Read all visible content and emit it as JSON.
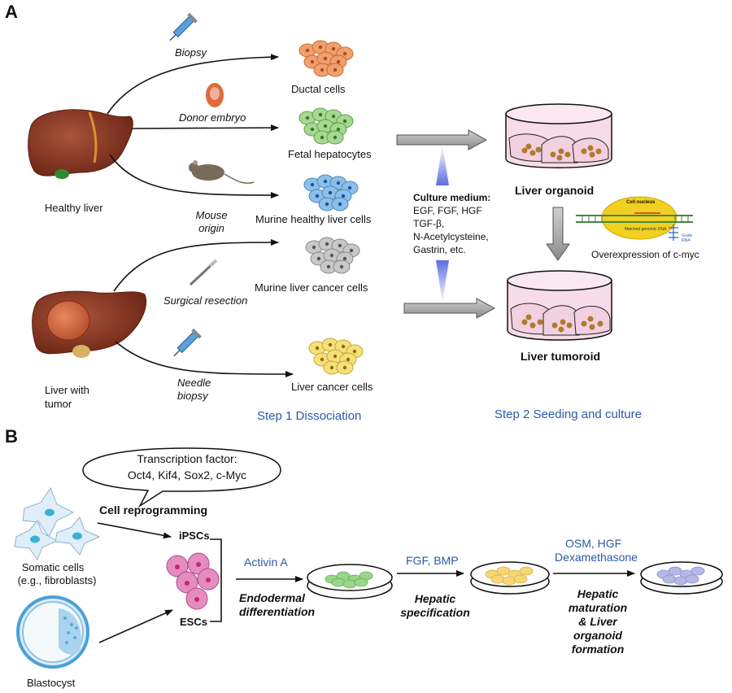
{
  "panel_a": {
    "letter": "A",
    "healthy_liver": "Healthy liver",
    "liver_with_tumor": [
      "Liver with",
      "tumor"
    ],
    "sources": {
      "biopsy": "Biopsy",
      "donor_embryo": "Donor embryo",
      "mouse_origin": [
        "Mouse",
        "origin"
      ],
      "surgical_resection": "Surgical resection",
      "needle_biopsy": [
        "Needle",
        "biopsy"
      ]
    },
    "cells": {
      "ductal": "Ductal cells",
      "fetal": "Fetal hepatocytes",
      "murine_healthy": "Murine healthy liver cells",
      "murine_cancer": "Murine liver cancer cells",
      "liver_cancer": "Liver cancer cells"
    },
    "culture_medium": {
      "title": "Culture medium:",
      "lines": [
        "EGF, FGF, HGF",
        "TGF-β,",
        "N-Acetylcysteine,",
        "Gastrin, etc."
      ]
    },
    "liver_organoid": "Liver organoid",
    "liver_tumoroid": "Liver tumoroid",
    "overexpression": "Overexpression of c-myc",
    "crispr": {
      "cell_nucleus": "Cell nucleus",
      "matched_dna": "Matched genomic DNA",
      "guide_rna": [
        "Guide",
        "RNA"
      ]
    },
    "step1": "Step 1 Dissociation",
    "step2": "Step 2 Seeding and culture"
  },
  "panel_b": {
    "letter": "B",
    "tf_title": "Transcription factor:",
    "tf_list": "Oct4, Kif4, Sox2, c-Myc",
    "reprogramming": "Cell reprogramming",
    "somatic": [
      "Somatic cells",
      "(e.g., fibroblasts)"
    ],
    "blastocyst": "Blastocyst",
    "ipscs": "iPSCs",
    "escs": "ESCs",
    "activin": "Activin A",
    "endodermal": [
      "Endodermal",
      "differentiation"
    ],
    "fgf_bmp": "FGF, BMP",
    "hepatic_spec": [
      "Hepatic",
      "specification"
    ],
    "osm_hgf": [
      "OSM, HGF",
      "Dexamethasone"
    ],
    "hepatic_mat": [
      "Hepatic",
      "maturation",
      "& Liver",
      "organoid",
      "formation"
    ]
  },
  "colors": {
    "step_blue": "#2a5aa8",
    "ductal": "#f0a070",
    "fetal": "#a8d890",
    "murine_healthy": "#8cc0e8",
    "murine_cancer": "#c8c8c8",
    "liver_cancer": "#f5e07a",
    "liver": "#8a3a22",
    "dish_pink": "#f3d6e6",
    "ips_pink": "#e58cc0",
    "dish_green": "#9ad68a",
    "dish_yellow": "#f7d675",
    "dish_lavender": "#b6b8e6"
  }
}
